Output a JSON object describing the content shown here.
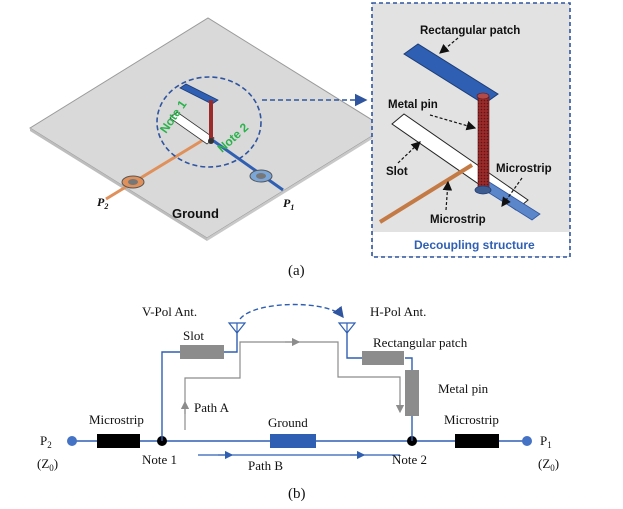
{
  "colors": {
    "ground_plane": "#d9d9d9",
    "copper": "#e0905a",
    "patch_blue": "#2f5fb3",
    "pin_red": "#9b2a2a",
    "dashed_blue": "#2f55a0",
    "note_green": "#2bb24c",
    "path_gray": "#8c8c8c",
    "path_blue": "#2f5fb3",
    "microstrip_black": "#000000",
    "ground_block": "#2f5fb3",
    "slot_gray": "#8c8c8c",
    "port_dot": "#4472c4"
  },
  "part_a": {
    "note_1": "Note 1",
    "note_2": "Note 2",
    "port_1": "P",
    "port_1_sub": "1",
    "port_2": "P",
    "port_2_sub": "2",
    "ground": "Ground",
    "inset": {
      "rectangular_patch": "Rectangular patch",
      "metal_pin": "Metal pin",
      "slot": "Slot",
      "microstrip_right": "Microstrip",
      "microstrip_bottom": "Microstrip",
      "caption": "Decoupling structure"
    },
    "caption": "(a)"
  },
  "part_b": {
    "v_pol": "V-Pol Ant.",
    "h_pol": "H-Pol Ant.",
    "slot": "Slot",
    "rectangular_patch": "Rectangular patch",
    "metal_pin": "Metal pin",
    "path_a": "Path A",
    "path_b": "Path B",
    "ground": "Ground",
    "microstrip_left": "Microstrip",
    "microstrip_right": "Microstrip",
    "note_1": "Note 1",
    "note_2": "Note 2",
    "p2": "P",
    "p2_sub": "2",
    "p1": "P",
    "p1_sub": "1",
    "z0_left": "(Z",
    "z0_left_sub": "0",
    "z0_left_end": ")",
    "z0_right": "(Z",
    "z0_right_sub": "0",
    "z0_right_end": ")",
    "caption": "(b)"
  }
}
